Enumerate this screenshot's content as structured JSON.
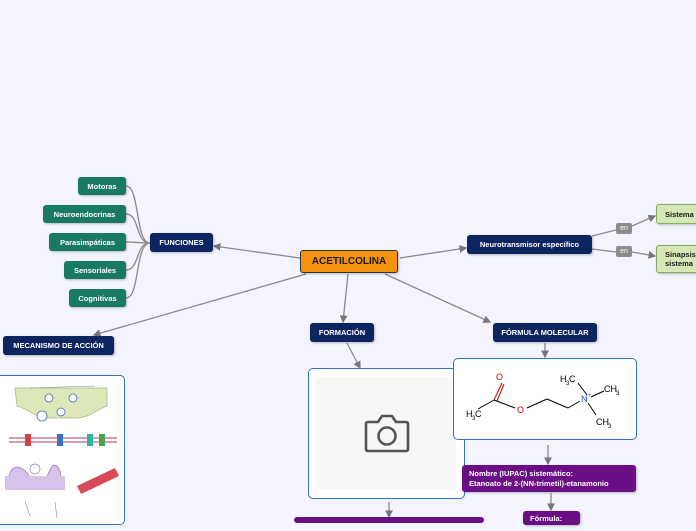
{
  "central": "ACETILCOLINA",
  "funciones": {
    "label": "FUNCIONES",
    "items": [
      "Motoras",
      "Neuroendocrinas",
      "Parasimpáticas",
      "Sensoriales",
      "Cognitivas"
    ]
  },
  "neurotransmisor": {
    "label": "Neurotransmisor específico",
    "link_labels": [
      "en",
      "en"
    ],
    "targets": [
      "Sistema",
      "Sinapsis\nsistema"
    ]
  },
  "mecanismo": {
    "label": "MECANISMO DE ACCIÓN"
  },
  "formacion": {
    "label": "FORMACIÓN"
  },
  "formula": {
    "label": "FÓRMULA MOLECULAR",
    "iupac": "Nombre (IUPAC) sistemático:\nEtanoato de 2-(NN-trimetil)-etanamonio",
    "formula_label": "Fórmula:"
  },
  "colors": {
    "navy": "#0c2560",
    "green": "#197a63",
    "orange": "#f5930f",
    "purple": "#6b0e86",
    "lightgreen": "#d6e8b6",
    "frame": "#2f74c9"
  },
  "icons": [
    "camera-icon"
  ]
}
